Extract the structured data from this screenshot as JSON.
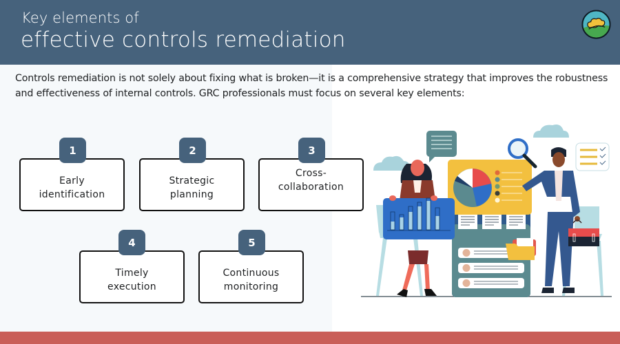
{
  "header": {
    "kicker": "Key elements of",
    "title": "effective controls remediation",
    "logo_icon": "sun-cloud-hill-logo-icon",
    "background_color": "#46627c"
  },
  "intro": {
    "text": "Controls remediation is not solely about fixing what is broken—it is a comprehensive strategy that improves the robustness and effectiveness of internal controls. GRC professionals must focus on several key elements:"
  },
  "elements": [
    {
      "number": "1",
      "label": "Early identification"
    },
    {
      "number": "2",
      "label": "Strategic planning"
    },
    {
      "number": "3",
      "label": "Cross-collaboration"
    },
    {
      "number": "4",
      "label": "Timely execution"
    },
    {
      "number": "5",
      "label": "Continuous monitoring"
    }
  ],
  "illustration": {
    "description": "Two business people presenting a dashboard with bar chart, pie chart, documents and list items",
    "icons": [
      "bar-chart-board-icon",
      "pie-chart-panel-icon",
      "magnifier-icon",
      "chat-bubble-icon",
      "checklist-bubble-icon",
      "document-icon",
      "folder-icon",
      "briefcase-icon",
      "cloud-icon"
    ]
  },
  "colors": {
    "accent": "#46627c",
    "footer": "#c95e58",
    "background": "#f6f9fb",
    "panel": "#ffffff"
  }
}
